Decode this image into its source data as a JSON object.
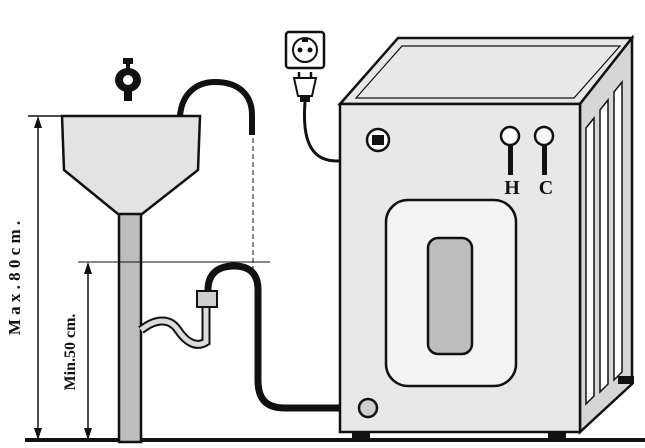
{
  "labels": {
    "max_height": "M a x . 8 0   c m .",
    "min_height": "Min.50 cm.",
    "hot": "H",
    "cold": "C"
  },
  "colors": {
    "stroke": "#111111",
    "fill_light": "#e8e8e8",
    "fill_mid": "#d6d6d6",
    "fill_dark": "#bdbdbd",
    "background": "#ffffff"
  },
  "icons": {
    "tap": "faucet-icon",
    "socket": "power-socket-icon",
    "plug": "power-plug-icon"
  }
}
